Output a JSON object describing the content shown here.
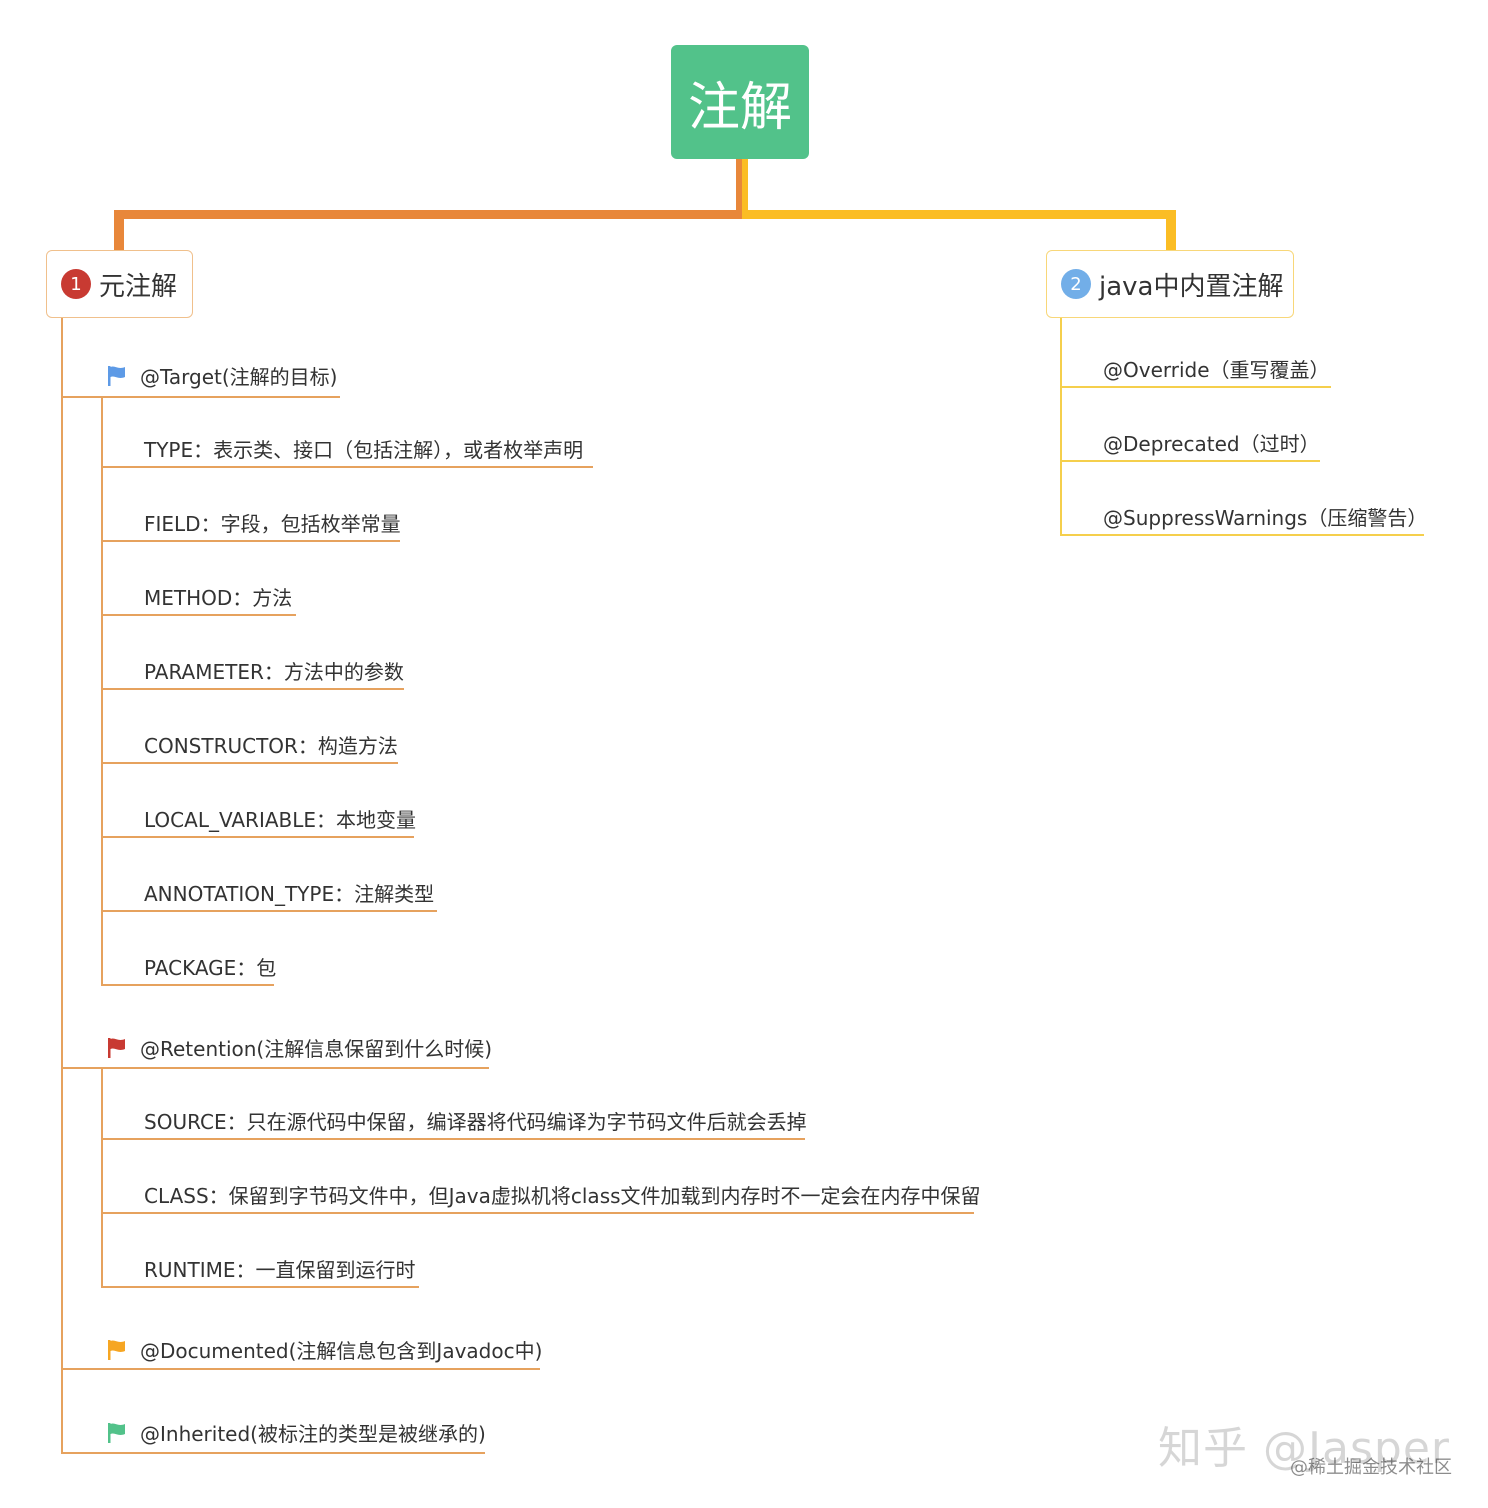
{
  "colors": {
    "root_bg": "#52c28a",
    "left_connector": "#e8873a",
    "right_connector": "#fbbd24",
    "left_branch_border": "#f0c08c",
    "right_branch_border": "#f8d779",
    "left_lines": "#e6a25e",
    "right_lines": "#f5cf4c",
    "num1_bg": "#c83a32",
    "num2_bg": "#72aee8",
    "flag_blue": "#5d9ae6",
    "flag_red": "#c83a32",
    "flag_orange": "#f6a623",
    "flag_green": "#52c28a"
  },
  "root": {
    "label": "注解"
  },
  "left_branch": {
    "number": "1",
    "label": "元注解",
    "groups": [
      {
        "flag": "flag-blue-icon",
        "label": "@Target(注解的目标)",
        "items": [
          "TYPE：表示类、接口（包括注解），或者枚举声明",
          "FIELD：字段，包括枚举常量",
          "METHOD：方法",
          "PARAMETER：方法中的参数",
          "CONSTRUCTOR：构造方法",
          "LOCAL_VARIABLE：本地变量",
          "ANNOTATION_TYPE：注解类型",
          "PACKAGE：包"
        ]
      },
      {
        "flag": "flag-red-icon",
        "label": "@Retention(注解信息保留到什么时候)",
        "items": [
          "SOURCE：只在源代码中保留，编译器将代码编译为字节码文件后就会丢掉",
          "CLASS：保留到字节码文件中，但Java虚拟机将class文件加载到内存时不一定会在内存中保留",
          "RUNTIME：一直保留到运行时"
        ]
      },
      {
        "flag": "flag-orange-icon",
        "label": "@Documented(注解信息包含到Javadoc中)",
        "items": []
      },
      {
        "flag": "flag-green-icon",
        "label": "@Inherited(被标注的类型是被继承的)",
        "items": []
      }
    ]
  },
  "right_branch": {
    "number": "2",
    "label": "java中内置注解",
    "items": [
      "@Override（重写覆盖）",
      "@Deprecated（过时）",
      "@SuppressWarnings（压缩警告）"
    ]
  },
  "watermark": {
    "main": "知乎 @Jasper",
    "sub": "@稀土掘金技术社区"
  }
}
